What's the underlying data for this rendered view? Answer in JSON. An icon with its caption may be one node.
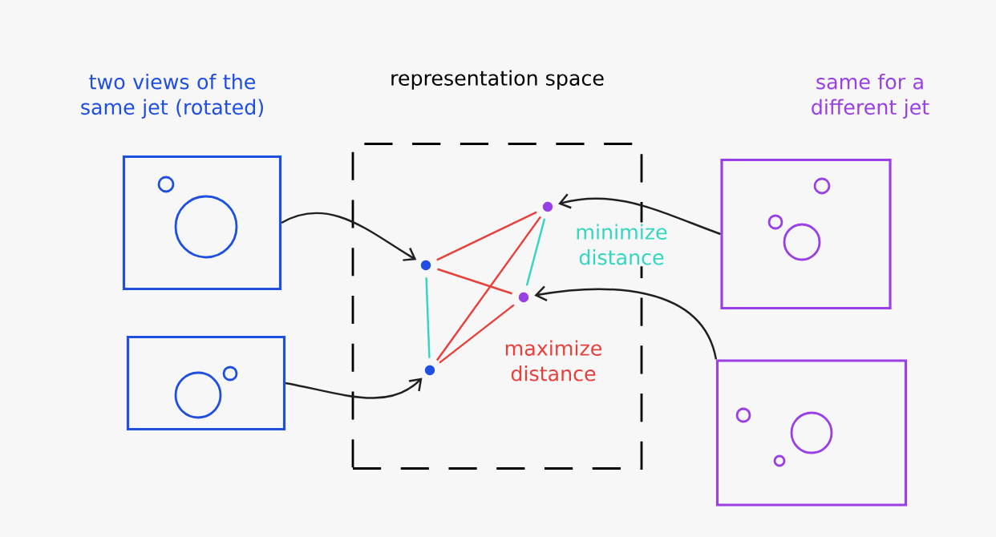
{
  "diagram": {
    "nodes": [
      {
        "text": [
          "representation space"
        ]
      },
      {
        "text": [],
        "shape": "circle",
        "in": 0
      },
      {
        "text": [],
        "shape": "circle",
        "in": 0
      },
      {
        "text": [],
        "shape": "circle",
        "in": 0
      },
      {
        "text": [],
        "shape": "circle",
        "in": 0
      },
      {
        "text": [],
        "shape": "picture"
      },
      {
        "text": [],
        "shape": "picture"
      },
      {
        "text": [],
        "shape": "picture"
      },
      {
        "text": [],
        "shape": "picture"
      }
    ],
    "edges": [
      {
        "from": 5,
        "to": 1,
        "arrow": "to"
      },
      {
        "from": 6,
        "to": 2,
        "arrow": "to"
      },
      {
        "from": 7,
        "to": 3,
        "arrow": "to"
      },
      {
        "from": 8,
        "to": 4,
        "arrow": "to"
      },
      {
        "from": 1,
        "to": 3,
        "arrow": "none",
        "color": "#e8403a"
      },
      {
        "from": 1,
        "to": 4,
        "arrow": "none",
        "color": "#e8403a"
      },
      {
        "from": 2,
        "to": 3,
        "arrow": "none",
        "color": "#e8403a"
      },
      {
        "from": 2,
        "to": 4,
        "arrow": "none",
        "color": "#e8403a"
      },
      {
        "from": 1,
        "to": 2,
        "arrow": "none",
        "color": "#33d6c0"
      },
      {
        "from": 3,
        "to": 4,
        "arrow": "none",
        "color": "#33d6c0"
      }
    ],
    "labels": [
      "two views of the same jet (rotated)",
      "same for a different jet",
      "minimize distance",
      "maximize distance"
    ]
  }
}
